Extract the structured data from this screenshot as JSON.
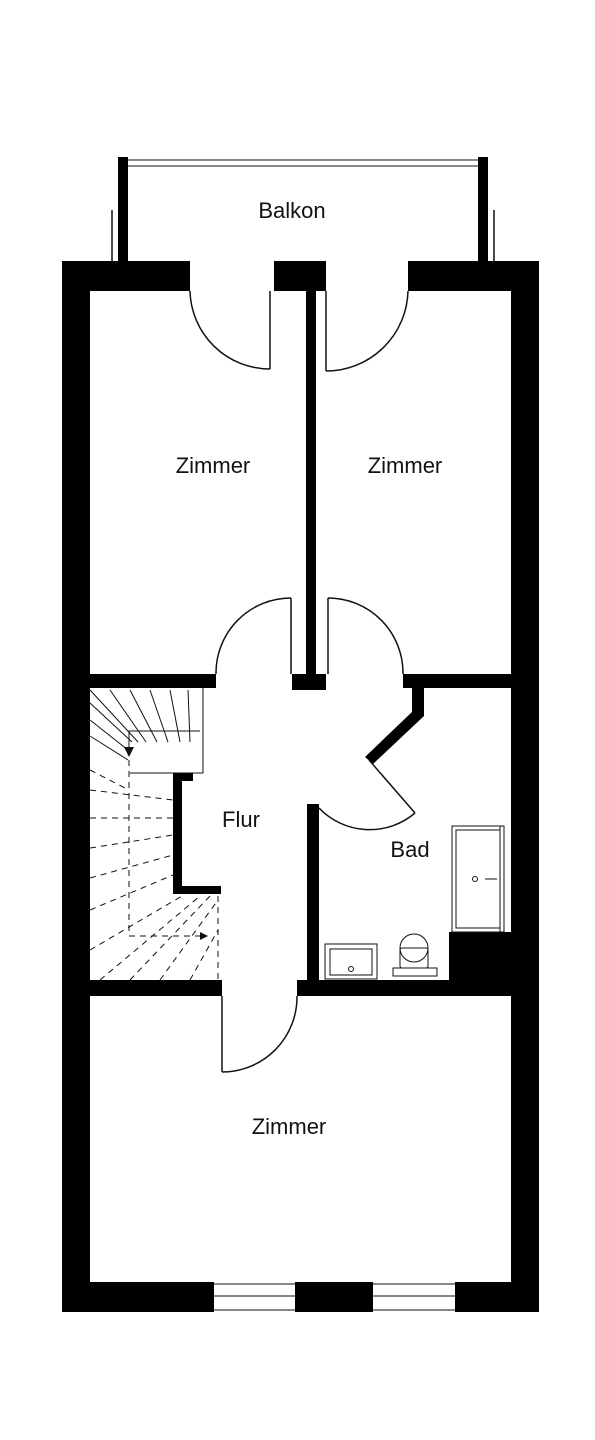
{
  "rooms": {
    "balcony": "Balkon",
    "room_top_left": "Zimmer",
    "room_top_right": "Zimmer",
    "hallway": "Flur",
    "bathroom": "Bad",
    "room_bottom": "Zimmer"
  },
  "colors": {
    "wall": "#000000",
    "background": "#ffffff",
    "line": "#111111"
  }
}
